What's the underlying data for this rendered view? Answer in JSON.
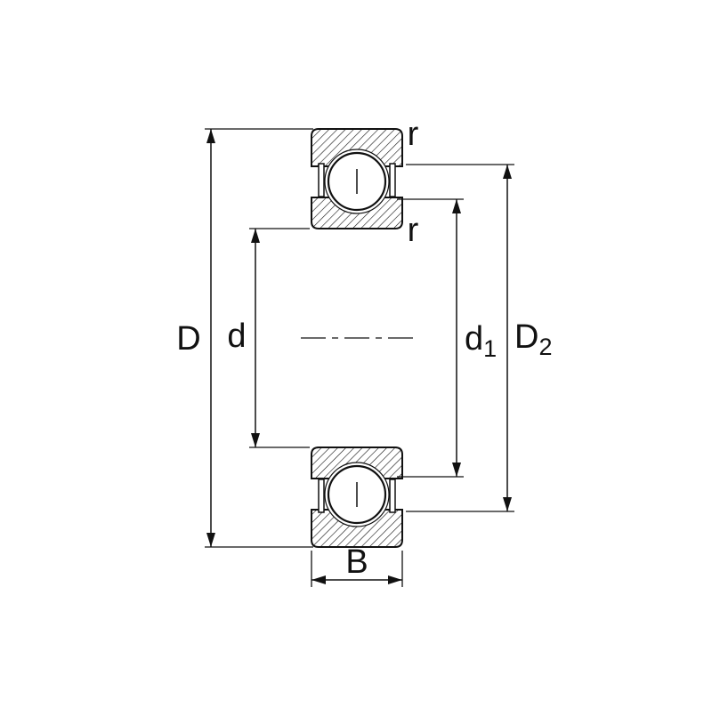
{
  "diagram": {
    "type": "ball-bearing-cross-section",
    "labels": {
      "outer_diameter": "D",
      "bore_diameter": "d",
      "d1": {
        "base": "d",
        "sub": "1"
      },
      "D2": {
        "base": "D",
        "sub": "2"
      },
      "width": "B",
      "corner_radius_outer": "r",
      "corner_radius_inner": "r"
    },
    "colors": {
      "line": "#111111",
      "background": "#ffffff"
    }
  }
}
